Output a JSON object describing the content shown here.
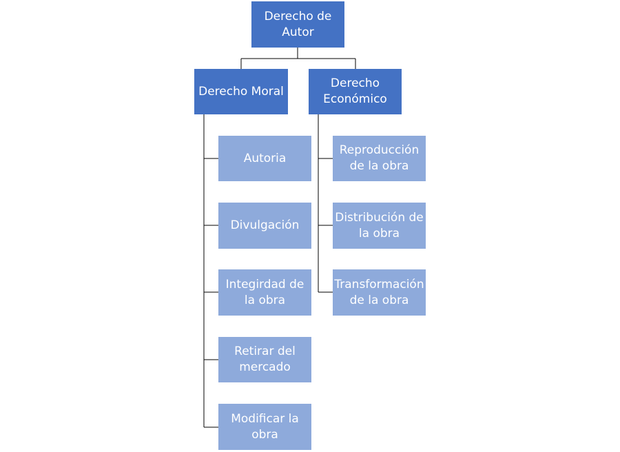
{
  "diagram": {
    "root": {
      "label": "Derecho de Autor"
    },
    "branches": [
      {
        "label": "Derecho Moral",
        "children": [
          "Autoria",
          "Divulgación",
          "Integirdad de la obra",
          "Retirar del mercado",
          "Modificar la obra"
        ]
      },
      {
        "label": "Derecho Económico",
        "children": [
          "Reproducción de la obra",
          "Distribución de la obra",
          "Transformación de la obra"
        ]
      }
    ]
  },
  "colors": {
    "level1": "#4472c4",
    "level2": "#8eaadb",
    "connector": "#000000",
    "text": "#ffffff"
  }
}
